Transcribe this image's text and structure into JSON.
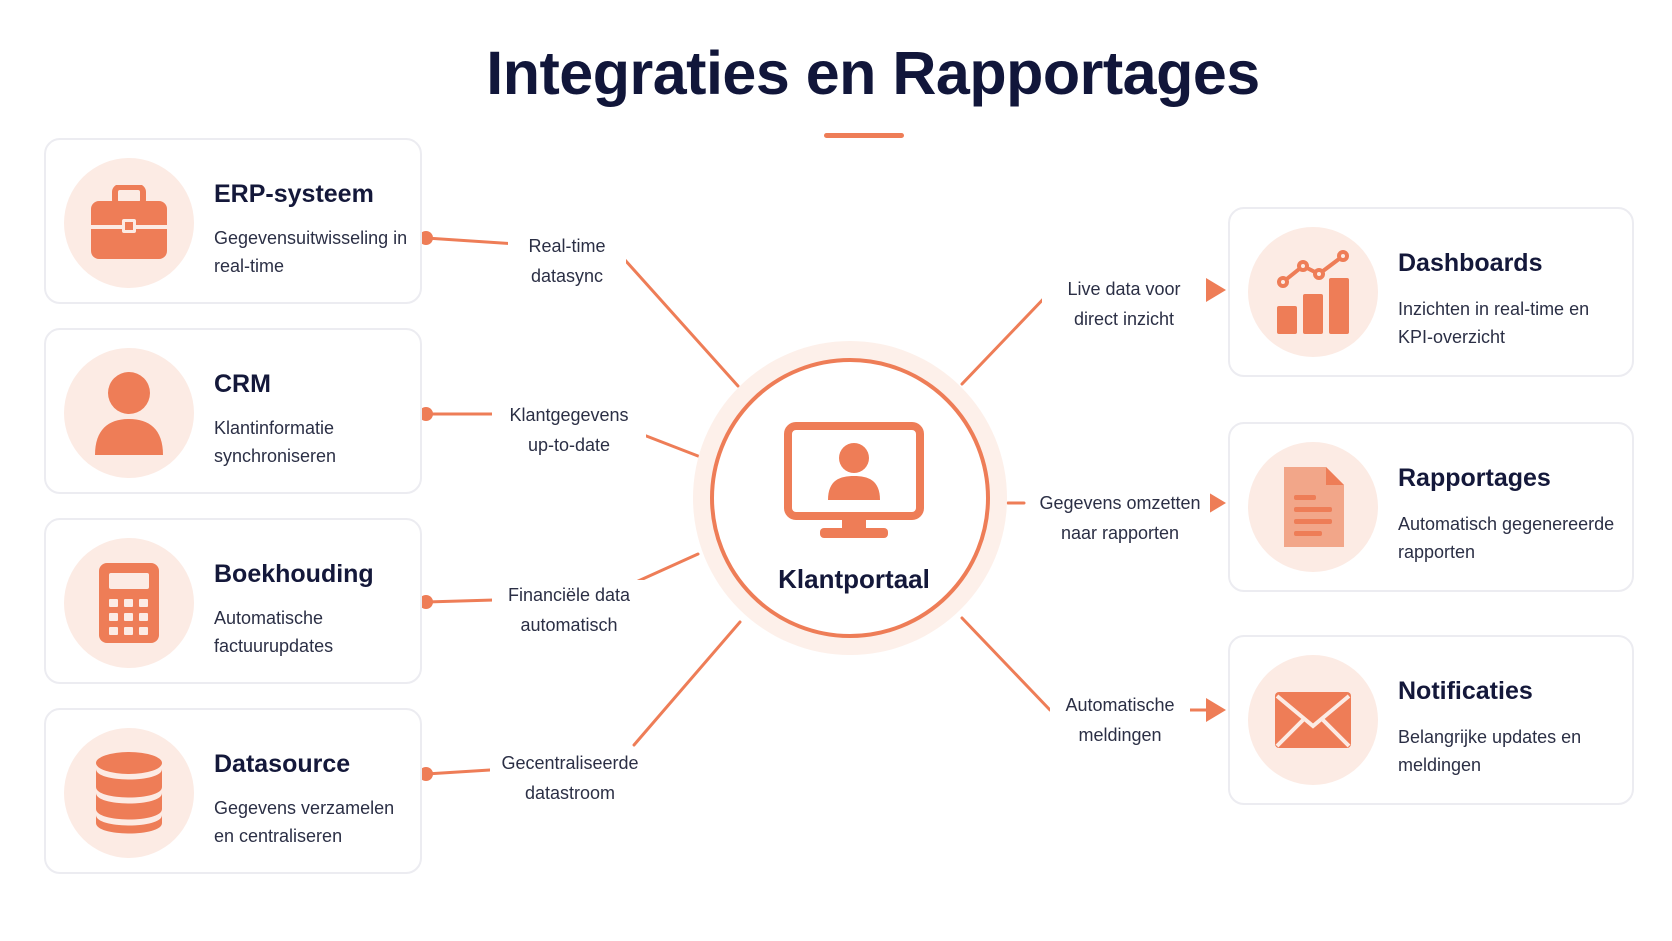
{
  "title": "Integraties en Rapportages",
  "colors": {
    "accent": "#ee7d57",
    "accent_light": "#fcebe4",
    "text": "#14183a"
  },
  "hub": {
    "label": "Klantportaal",
    "icon": "monitor-user-icon"
  },
  "sources": [
    {
      "title": "ERP-systeem",
      "desc": "Gegevensuitwisseling in real-time",
      "icon": "briefcase-icon",
      "connector": "Real-time datasync"
    },
    {
      "title": "CRM",
      "desc": "Klantinformatie synchroniseren",
      "icon": "user-icon",
      "connector": "Klantgegevens up-to-date"
    },
    {
      "title": "Boekhouding",
      "desc": "Automatische factuurupdates",
      "icon": "calculator-icon",
      "connector": "Financiële data automatisch"
    },
    {
      "title": "Datasource",
      "desc": "Gegevens verzamelen en centraliseren",
      "icon": "database-icon",
      "connector": "Gecentraliseerde datastroom"
    }
  ],
  "outputs": [
    {
      "title": "Dashboards",
      "desc": "Inzichten in real-time en KPI-overzicht",
      "icon": "bar-chart-icon",
      "connector": "Live data voor direct inzicht"
    },
    {
      "title": "Rapportages",
      "desc": "Automatisch gegenereerde rapporten",
      "icon": "document-icon",
      "connector": "Gegevens omzetten naar rapporten"
    },
    {
      "title": "Notificaties",
      "desc": "Belangrijke updates en meldingen",
      "icon": "envelope-icon",
      "connector": "Automatische meldingen"
    }
  ]
}
